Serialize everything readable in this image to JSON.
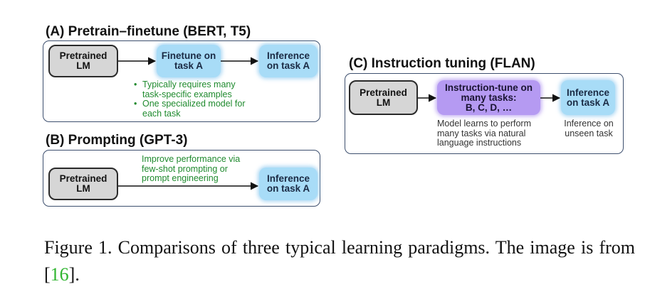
{
  "panels": {
    "a": {
      "title": "(A) Pretrain–finetune (BERT, T5)",
      "pretrained": "Pretrained\nLM",
      "finetune": "Finetune on\ntask A",
      "inference": "Inference\non task A",
      "notes": [
        "Typically requires many task-specific examples",
        "One specialized model for each task"
      ]
    },
    "b": {
      "title": "(B) Prompting (GPT-3)",
      "pretrained": "Pretrained\nLM",
      "inference": "Inference\non task A",
      "note": "Improve performance via few-shot prompting or prompt engineering"
    },
    "c": {
      "title": "(C) Instruction tuning (FLAN)",
      "pretrained": "Pretrained\nLM",
      "instruct": "Instruction-tune on many tasks:\nB, C, D, …",
      "inference": "Inference\non task A",
      "note_left": "Model learns to perform many tasks via natural language instructions",
      "note_right": "Inference on unseen task"
    }
  },
  "caption": {
    "text": "Figure 1. Comparisons of three typical learning paradigms. The image is from [",
    "cite": "16",
    "end": "]."
  },
  "colors": {
    "gray_box": "#d6d6d6",
    "blue_box": "#a8dcf7",
    "purple_box": "#b59af2",
    "note_green": "#1f8a2e",
    "panel_border": "#3d4f6e",
    "citation": "#2fb52f"
  }
}
